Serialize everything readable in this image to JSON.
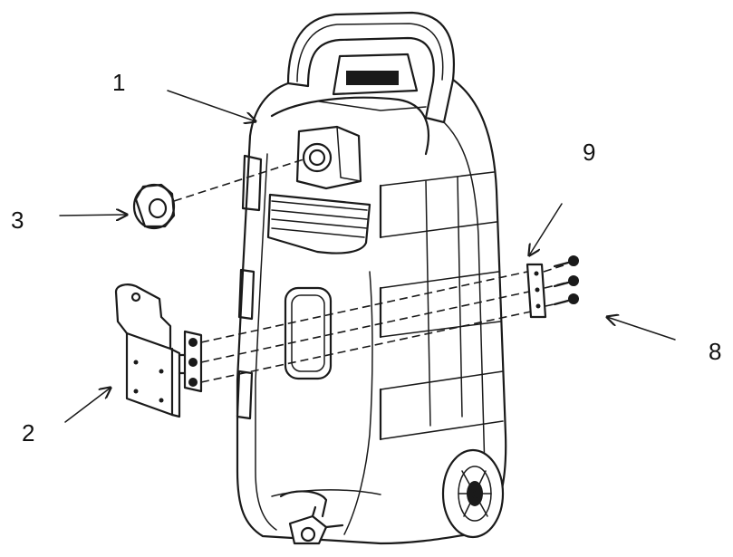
{
  "callouts": [
    {
      "id": "1",
      "text": "1"
    },
    {
      "id": "2",
      "text": "2"
    },
    {
      "id": "3",
      "text": "3"
    },
    {
      "id": "8",
      "text": "8"
    },
    {
      "id": "9",
      "text": "9"
    }
  ],
  "colors": {
    "line": "#1a1a1a",
    "background": "#ffffff"
  }
}
